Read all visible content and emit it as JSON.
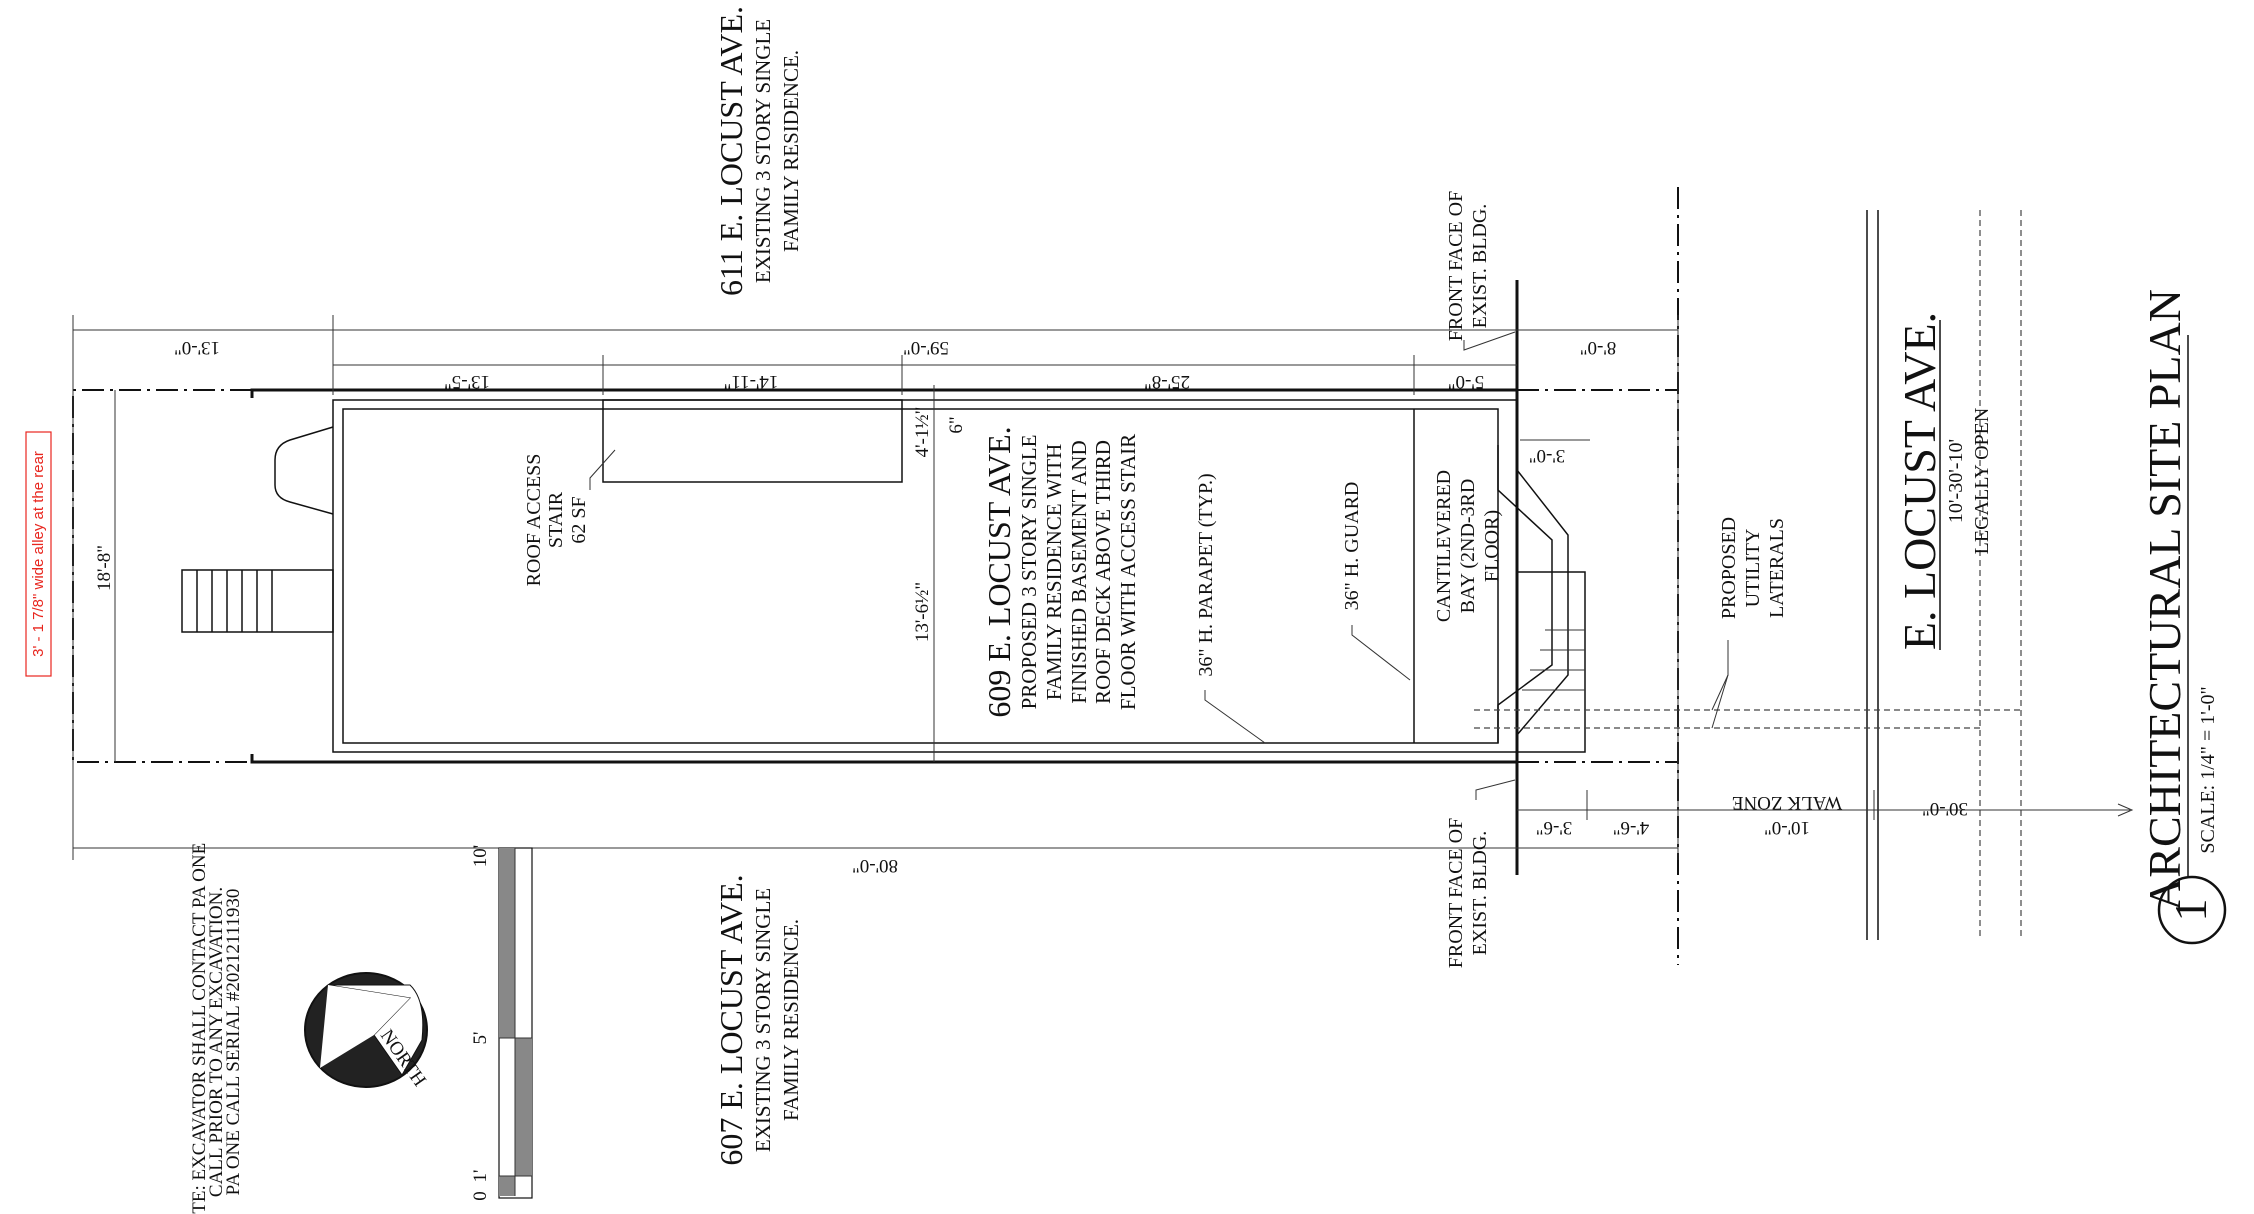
{
  "neighbors": {
    "north": {
      "title": "611 E. LOCUST AVE.",
      "lines": [
        "EXISTING 3 STORY SINGLE",
        "FAMILY RESIDENCE."
      ]
    },
    "south": {
      "title": "607 E. LOCUST AVE.",
      "lines": [
        "EXISTING 3 STORY SINGLE",
        "FAMILY RESIDENCE."
      ]
    }
  },
  "subject": {
    "title": "609 E. LOCUST AVE.",
    "lines": [
      "PROPOSED 3 STORY SINGLE",
      "FAMILY RESIDENCE WITH",
      "FINISHED BASEMENT AND",
      "ROOF DECK ABOVE THIRD",
      "FLOOR WITH ACCESS STAIR"
    ]
  },
  "labels": {
    "roof_access": [
      "ROOF ACCESS",
      "STAIR",
      "62 SF"
    ],
    "parapet": "36\" H. PARAPET (TYP.)",
    "guard": "36\" H. GUARD",
    "bay": [
      "CANTILEVERED",
      "BAY (2ND-3RD",
      "FLOOR)"
    ],
    "utility": [
      "PROPOSED",
      "UTILITY",
      "LATERALS"
    ],
    "front_face_top": [
      "FRONT FACE OF",
      "EXIST. BLDG."
    ],
    "front_face_bottom": [
      "FRONT FACE OF",
      "EXIST. BLDG."
    ],
    "walk_zone": "WALK ZONE",
    "alley_note": "3' - 1 7/8\" wide alley at the rear"
  },
  "street": {
    "name": "E. LOCUST AVE.",
    "widths": "10'-30'-10'",
    "status": "LEGALLY OPEN"
  },
  "dimensions": {
    "rear_yard": "13'-0\"",
    "building_total": "59'-0\"",
    "front_setback": "8'-0\"",
    "seg1": "13'-5\"",
    "seg2": "14'-11\"",
    "seg3": "25'-8\"",
    "seg4": "5'-0\"",
    "lot_depth": "80'-0\"",
    "lot_width": "18'-8\"",
    "stair_depth": "4'-1½\"",
    "remaining": "13'-6½\"",
    "wall": "6\"",
    "bay_projection": "3'-0\"",
    "steps": "3'-6\"",
    "walk_a": "4'-6\"",
    "walk_zone": "10'-0\"",
    "cartway": "30'-0\""
  },
  "note": [
    "NOTE:  EXCAVATOR SHALL CONTACT PA ONE",
    "CALL PRIOR TO ANY EXCAVATION.",
    "PA ONE CALL SERIAL #20212111930"
  ],
  "north_arrow": {
    "label": "NORTH",
    "icon": "north-arrow-icon"
  },
  "scale_bar": {
    "ticks": [
      "0",
      "1'",
      "5'",
      "10'"
    ]
  },
  "title_block": {
    "number": "1",
    "title": "ARCHITECTURAL SITE PLAN",
    "scale": "SCALE: 1/4\" = 1'-0\""
  },
  "colors": {
    "annotation": "#e8261e",
    "ink": "#111111"
  }
}
